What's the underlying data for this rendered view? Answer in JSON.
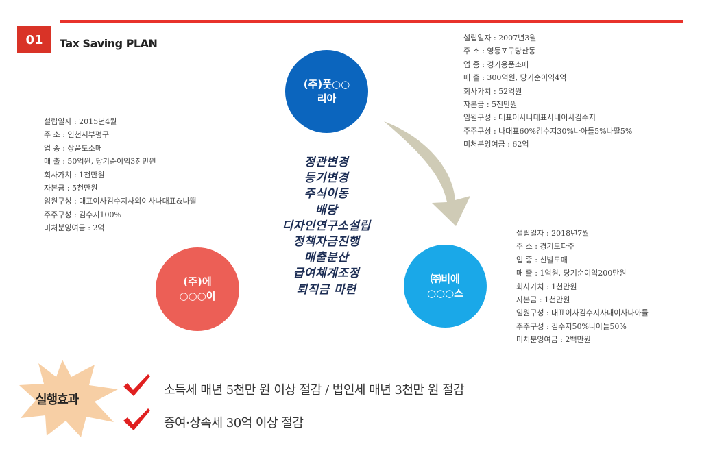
{
  "header": {
    "number": "01",
    "title": "Tax Saving PLAN",
    "accent_color": "#e8322b"
  },
  "companies": {
    "top": {
      "name_line1": "(주)풋○○",
      "name_line2": "리아",
      "color": "#0b65be",
      "info": [
        "설립일자 : 2007년3월",
        "주     소 : 영등포구당산동",
        "업     종 : 경기용품소매",
        "매     출 : 300억원, 당기순이익4억",
        "회사가치 : 52억원",
        "자본금 :   5천만원",
        "임원구성 : 대표이사나대표사내이사김수지",
        "주주구성 : 나대표60%김수지30%나아들5%나딸5%",
        "미처분잉여금 : 62억"
      ]
    },
    "left": {
      "name_line1": "(주)에",
      "name_line2": "○○○이",
      "color": "#ec5f56",
      "info": [
        "설립일자 : 2015년4월",
        "주     소 : 인천시부평구",
        "업     종 : 상품도소매",
        "매     출 : 50억원, 당기순이익3천만원",
        "회사가치 : 1천만원",
        "자본금 :   5천만원",
        "임원구성 : 대표이사김수지사외이사나대표&나딸",
        "주주구성 : 김수지100%",
        "미처분잉여금 : 2억"
      ]
    },
    "right": {
      "name_line1": "㈜비에",
      "name_line2": "○○○스",
      "color": "#1aa8e8",
      "info": [
        "설립일자 : 2018년7월",
        "주     소 : 경기도파주",
        "업     종 : 신발도매",
        "매     출 : 1억원, 당기순이익200만원",
        "회사가치 : 1천만원",
        "자본금 :   1천만원",
        "임원구성 : 대표이사김수지사내이사나아들",
        "주주구성 : 김수지50%나아들50%",
        "미처분잉여금 : 2백만원"
      ]
    }
  },
  "strategies": [
    "정관변경",
    "등기변경",
    "주식이동",
    "배당",
    "디자인연구소설립",
    "정책자금진행",
    "매출분산",
    "급여체계조정",
    "퇴직금 마련"
  ],
  "effects": {
    "label": "실행효과",
    "items": [
      "소득세  매년 5천만 원 이상 절감 / 법인세  매년 3천만 원 절감",
      "증여·상속세  30억 이상 절감"
    ]
  }
}
